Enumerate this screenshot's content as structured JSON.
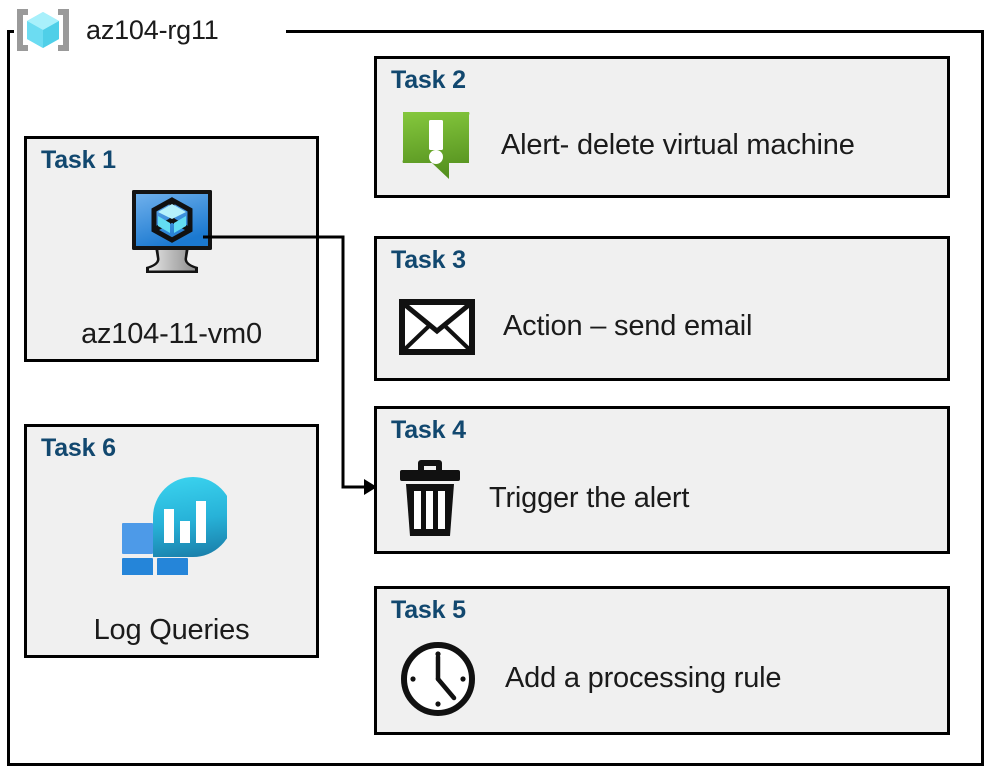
{
  "resource_group": {
    "name": "az104-rg11",
    "icon": "azure-resource-group-icon"
  },
  "colors": {
    "card_background": "#f0f0f0",
    "card_border": "#000000",
    "task_label": "#12486f",
    "caption_text": "#1b1b1b",
    "alert_green_light": "#80c342",
    "alert_green_dark": "#5a9628",
    "vm_blue_light": "#5ba3e8",
    "vm_blue_dark": "#1b7ad1",
    "log_cyan": "#32c8e8",
    "log_teal": "#1f8cb4",
    "log_tile_light": "#4d9ae8",
    "log_tile_dark": "#2585d9",
    "rg_icon_cube": "#6fe0f5",
    "rg_icon_bracket": "#9a9a9a",
    "connector": "#000000"
  },
  "cards": [
    {
      "id": "task1",
      "label": "Task 1",
      "caption": "az104-11-vm0",
      "icon": "virtual-machine-icon"
    },
    {
      "id": "task2",
      "label": "Task 2",
      "caption": "Alert- delete virtual machine",
      "icon": "alert-exclamation-icon"
    },
    {
      "id": "task3",
      "label": "Task 3",
      "caption": "Action – send email",
      "icon": "envelope-icon"
    },
    {
      "id": "task4",
      "label": "Task 4",
      "caption": "Trigger the alert",
      "icon": "trash-bin-icon"
    },
    {
      "id": "task5",
      "label": "Task 5",
      "caption": "Add a processing rule",
      "icon": "clock-icon"
    },
    {
      "id": "task6",
      "label": "Task 6",
      "caption": "Log Queries",
      "icon": "log-analytics-icon"
    }
  ],
  "connector": {
    "from": "task1-virtual-machine-icon",
    "to": "task4-card",
    "arrow": "arrowhead-right"
  }
}
